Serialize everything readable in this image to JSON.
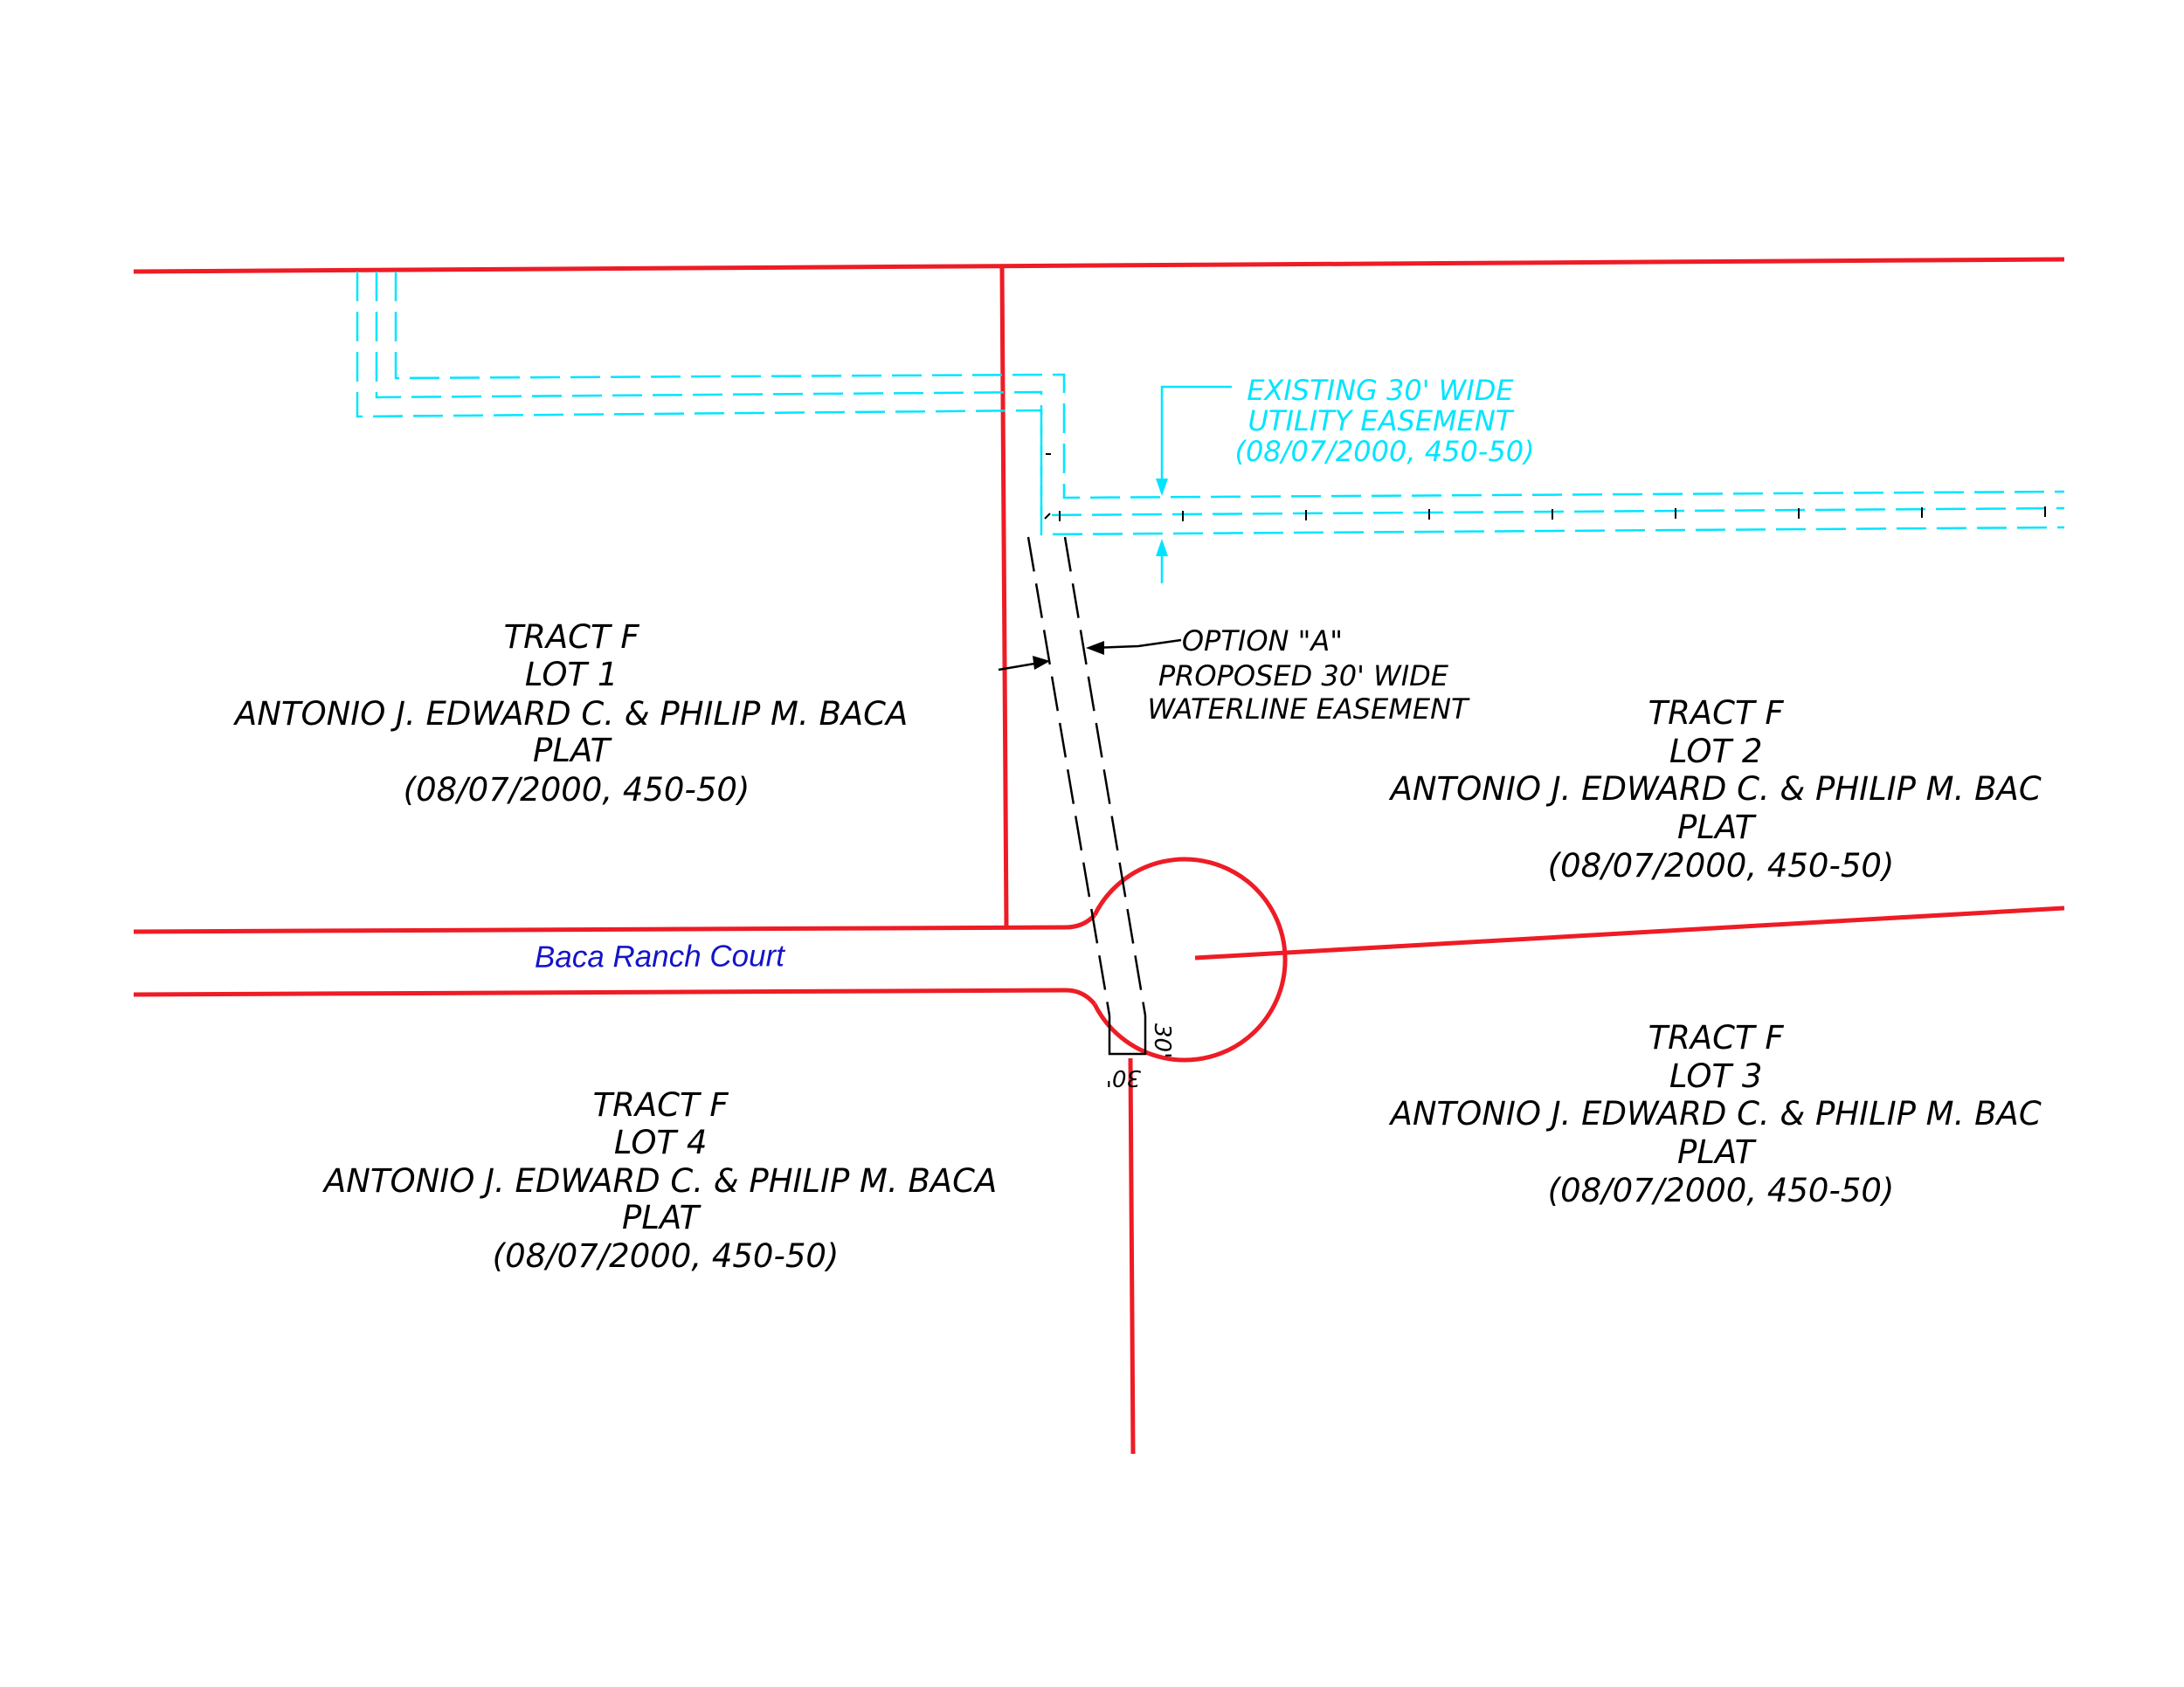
{
  "colors": {
    "boundary": "#ee1c25",
    "easement": "#00e5ff",
    "waterline": "#000000",
    "street_label": "#1414c8",
    "text": "#000000"
  },
  "utility_easement": {
    "lines": [
      "EXISTING 30' WIDE",
      "UTILITY EASEMENT",
      "(08/07/2000, 450-50)"
    ]
  },
  "waterline_easement": {
    "lines": [
      "OPTION \"A\"",
      "PROPOSED 30' WIDE",
      "WATERLINE EASEMENT"
    ]
  },
  "street": {
    "name": "Baca Ranch Court"
  },
  "dimensions": {
    "width_right": "30'",
    "width_bottom": "30'"
  },
  "lots": [
    {
      "id": "lot-1",
      "lines": [
        "TRACT F",
        "LOT 1",
        "ANTONIO J. EDWARD C. & PHILIP M. BACA",
        "PLAT",
        "(08/07/2000, 450-50)"
      ]
    },
    {
      "id": "lot-2",
      "lines": [
        "TRACT F",
        "LOT 2",
        "ANTONIO J. EDWARD C. & PHILIP M. BAC",
        "PLAT",
        "(08/07/2000, 450-50)"
      ]
    },
    {
      "id": "lot-3",
      "lines": [
        "TRACT F",
        "LOT 3",
        "ANTONIO J. EDWARD C. & PHILIP M. BAC",
        "PLAT",
        "(08/07/2000, 450-50)"
      ]
    },
    {
      "id": "lot-4",
      "lines": [
        "TRACT F",
        "LOT 4",
        "ANTONIO J. EDWARD C. & PHILIP M. BACA",
        "PLAT",
        "(08/07/2000, 450-50)"
      ]
    }
  ]
}
